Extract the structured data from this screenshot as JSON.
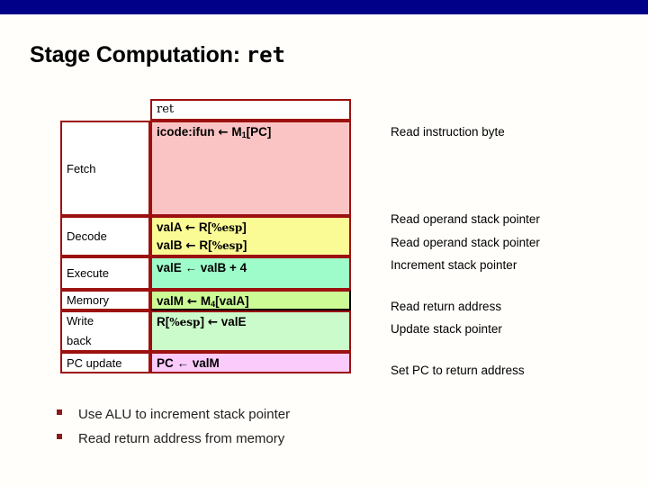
{
  "theme": {
    "banner_color": "#000088",
    "background_color": "#FFFEFA",
    "table_border_color": "#9C1110",
    "bullet_color": "#8B1A1A",
    "fetch_color": "#FBC4C4",
    "decode_color": "#FBFB96",
    "execute_color": "#9EFCCB",
    "memory_color": "#CCFB96",
    "writeback_color": "#CCFBCB",
    "pcupdate_color": "#FBCBFB"
  },
  "title": {
    "prefix": "Stage Computation: ",
    "instruction": "ret"
  },
  "table": {
    "header": {
      "stage_label": "",
      "instruction": "ret"
    },
    "rows": [
      {
        "stage": "Fetch",
        "lines": [
          "icode:ifun ← M₁[PC]"
        ],
        "notes": [
          "Read instruction byte"
        ]
      },
      {
        "stage": "Decode",
        "lines": [
          "valA ← R[%esp]",
          "valB ← R[%esp]"
        ],
        "notes": [
          "Read operand stack pointer",
          "Read operand stack pointer"
        ]
      },
      {
        "stage": "Execute",
        "lines": [
          "valE ← valB + 4"
        ],
        "notes": [
          "Increment stack pointer"
        ]
      },
      {
        "stage": "Memory",
        "lines": [
          "valM ← M₄[valA]"
        ],
        "notes": [
          "Read return address"
        ]
      },
      {
        "stage": "Write back",
        "lines": [
          "R[%esp] ← valE"
        ],
        "notes": [
          "Update stack pointer"
        ]
      },
      {
        "stage": "PC update",
        "lines": [
          "PC ← valM"
        ],
        "notes": [
          "Set PC to return address"
        ]
      }
    ]
  },
  "cells": {
    "fetch_line1_a": "icode:ifun",
    "fetch_line1_arrow": "←",
    "fetch_line1_m": "M",
    "fetch_line1_msub": "1",
    "fetch_line1_b": "[PC]",
    "decode_line1_a": "valA",
    "decode_line1_arrow": "←",
    "decode_line1_r": "R[",
    "decode_line1_esp": "%esp",
    "decode_line1_close": "]",
    "decode_line2_a": "valB",
    "decode_line2_arrow": "←",
    "decode_line2_r": "R[",
    "decode_line2_esp": "%esp",
    "decode_line2_close": "]",
    "execute_line1": "valE ← valB + 4",
    "memory_line1_a": "valM",
    "memory_line1_arrow": "←",
    "memory_line1_m": "M",
    "memory_line1_msub": "4",
    "memory_line1_b": "[valA]",
    "writeback_line1_r": "R[",
    "writeback_line1_esp": "%esp",
    "writeback_line1_close": "]",
    "writeback_line1_arrow": "←",
    "writeback_line1_val": "valE",
    "pcupdate_line1": "PC ← valM",
    "stage_fetch": "Fetch",
    "stage_decode": "Decode",
    "stage_execute": "Execute",
    "stage_memory": "Memory",
    "stage_writeback_1": "Write",
    "stage_writeback_2": "back",
    "stage_pcupdate": "PC update"
  },
  "notes": {
    "fetch": "Read instruction byte",
    "decode_1": "Read operand stack pointer",
    "decode_2": "Read operand stack pointer",
    "execute": "Increment stack pointer",
    "memory": "Read return address",
    "writeback": "Update stack pointer",
    "pcupdate": "Set PC to return address"
  },
  "bullets": [
    "Use ALU to increment stack pointer",
    "Read return address from memory"
  ]
}
